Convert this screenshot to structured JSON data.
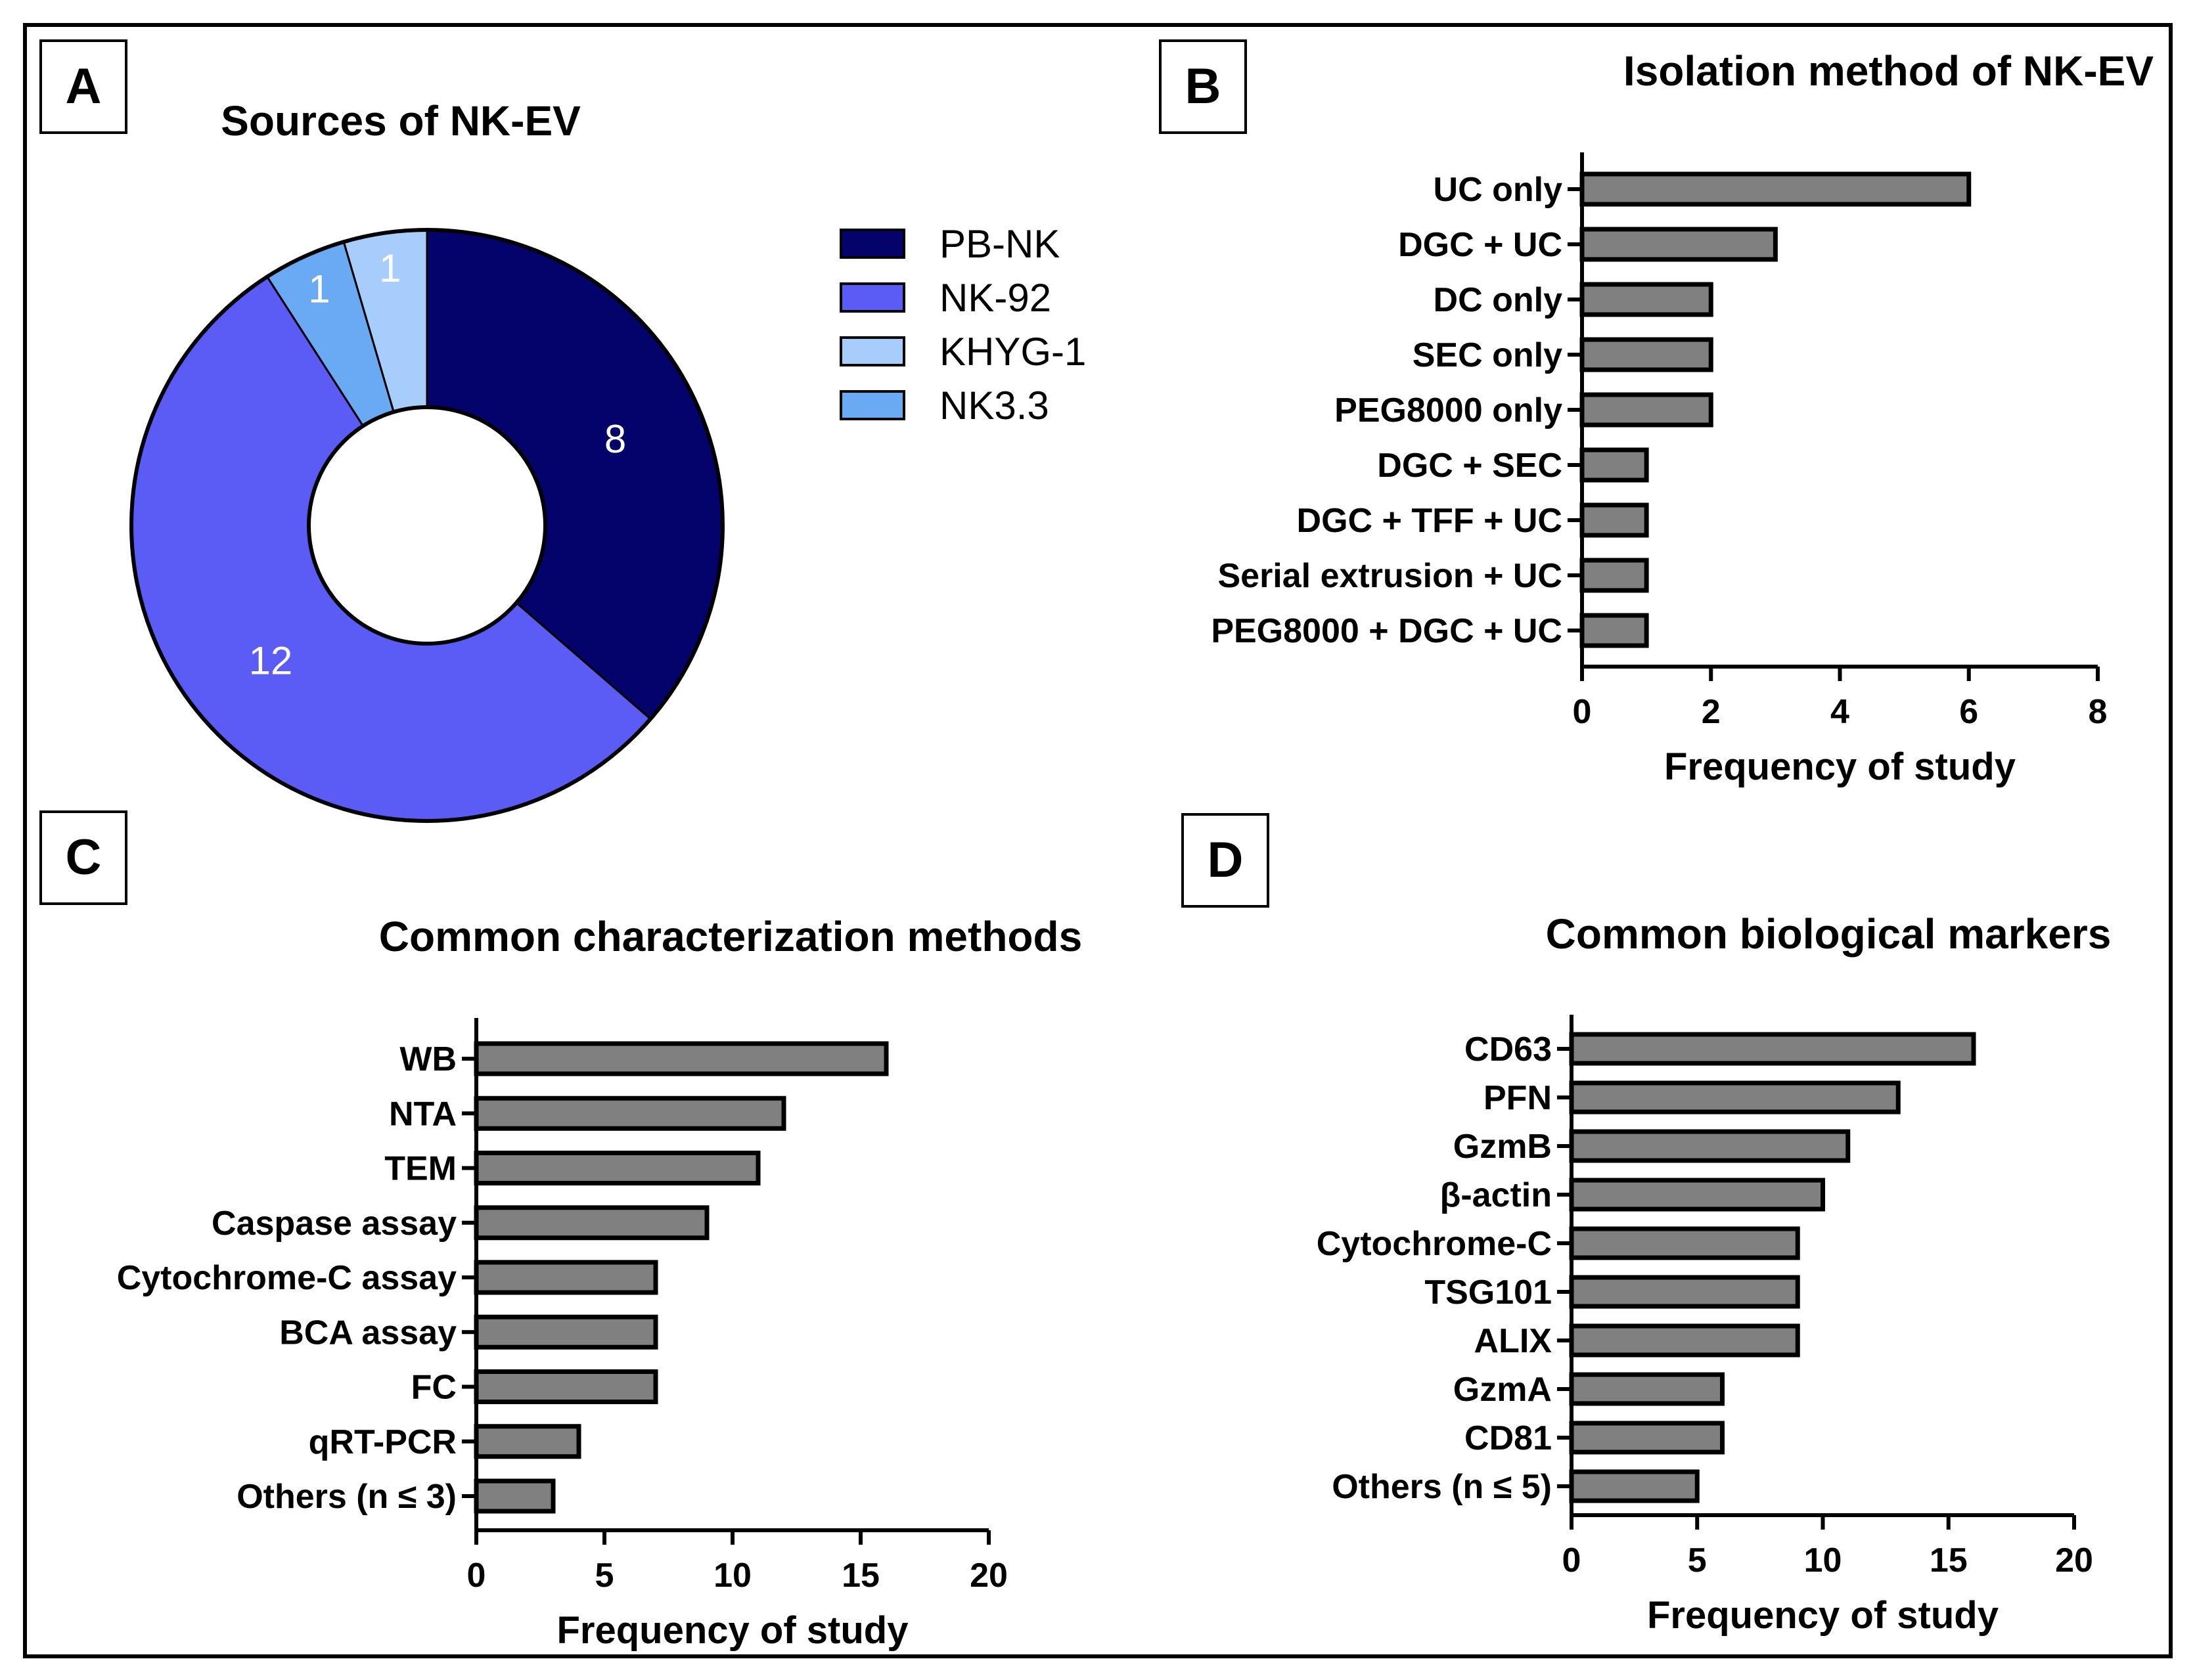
{
  "panels": {
    "A": {
      "letter": "A",
      "chart_data": {
        "type": "pie",
        "title": "Sources of NK-EV",
        "labels": [
          "PB-NK",
          "NK-92",
          "KHYG-1",
          "NK3.3"
        ],
        "values": [
          8,
          12,
          1,
          1
        ],
        "colors": [
          "#03036b",
          "#5b5bf6",
          "#a6cdfb",
          "#6aaaf4"
        ],
        "value_labels": [
          "8",
          "12",
          "1",
          "1"
        ],
        "legend_position": "right",
        "donut": true
      }
    },
    "B": {
      "letter": "B",
      "chart_data": {
        "type": "bar",
        "orientation": "horizontal",
        "title": "Isolation method of NK-EV",
        "categories": [
          "UC only",
          "DGC + UC",
          "DC only",
          "SEC only",
          "PEG8000 only",
          "DGC + SEC",
          "DGC + TFF + UC",
          "Serial extrusion + UC",
          "PEG8000 + DGC + UC"
        ],
        "values": [
          6,
          3,
          2,
          2,
          2,
          1,
          1,
          1,
          1
        ],
        "xlabel": "Frequency of study",
        "ylabel": "",
        "xlim": [
          0,
          8
        ],
        "xticks": [
          "0",
          "2",
          "4",
          "6",
          "8"
        ],
        "bar_color": "#808080",
        "grid": false
      }
    },
    "C": {
      "letter": "C",
      "chart_data": {
        "type": "bar",
        "orientation": "horizontal",
        "title": "Common characterization methods",
        "categories": [
          "WB",
          "NTA",
          "TEM",
          "Caspase assay",
          "Cytochrome-C assay",
          "BCA assay",
          "FC",
          "qRT-PCR",
          "Others (n ≤ 3)"
        ],
        "values": [
          16,
          12,
          11,
          9,
          7,
          7,
          7,
          4,
          3
        ],
        "xlabel": "Frequency of study",
        "ylabel": "",
        "xlim": [
          0,
          20
        ],
        "xticks": [
          "0",
          "5",
          "10",
          "15",
          "20"
        ],
        "bar_color": "#808080",
        "grid": false
      }
    },
    "D": {
      "letter": "D",
      "chart_data": {
        "type": "bar",
        "orientation": "horizontal",
        "title": "Common biological markers",
        "categories": [
          "CD63",
          "PFN",
          "GzmB",
          "β-actin",
          "Cytochrome-C",
          "TSG101",
          "ALIX",
          "GzmA",
          "CD81",
          "Others (n ≤ 5)"
        ],
        "values": [
          16,
          13,
          11,
          10,
          9,
          9,
          9,
          6,
          6,
          5
        ],
        "xlabel": "Frequency of study",
        "ylabel": "",
        "xlim": [
          0,
          20
        ],
        "xticks": [
          "0",
          "5",
          "10",
          "15",
          "20"
        ],
        "bar_color": "#808080",
        "grid": false
      }
    }
  }
}
